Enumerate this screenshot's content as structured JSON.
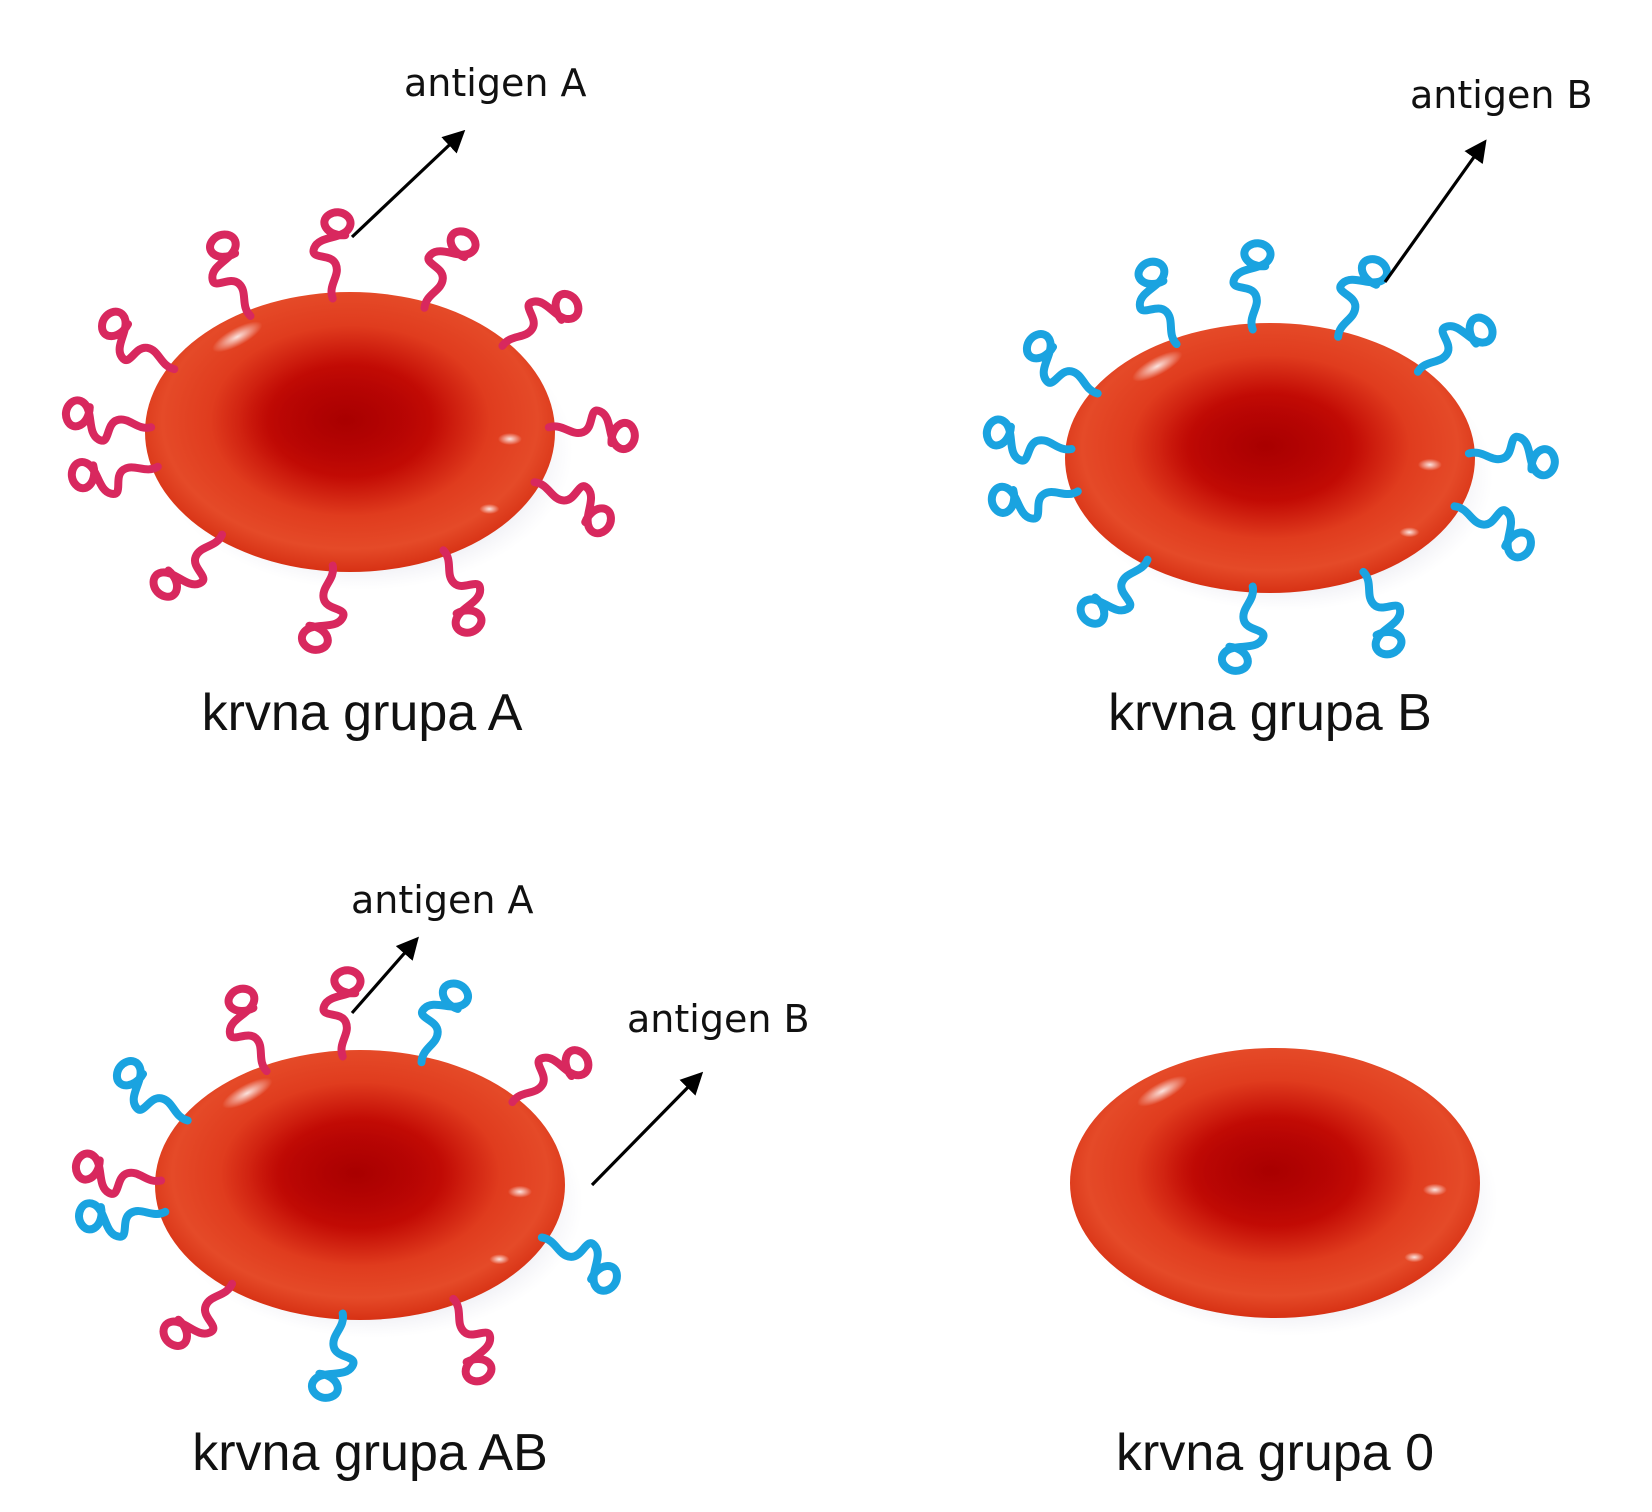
{
  "colors": {
    "antigen_a": "#d8285e",
    "antigen_b": "#1aa3e0",
    "cell_outer": "#e04024",
    "cell_center": "#b30000",
    "background": "#ffffff"
  },
  "panels": [
    {
      "id": "a",
      "caption": "krvna grupa A",
      "labels": [
        "antigen A"
      ],
      "icon": "red-blood-cell-with-antigen-a"
    },
    {
      "id": "b",
      "caption": "krvna grupa B",
      "labels": [
        "antigen B"
      ],
      "icon": "red-blood-cell-with-antigen-b"
    },
    {
      "id": "ab",
      "caption": "krvna grupa AB",
      "labels": [
        "antigen A",
        "antigen B"
      ],
      "icon": "red-blood-cell-with-antigen-a-and-b"
    },
    {
      "id": "o",
      "caption": "krvna grupa 0",
      "labels": [],
      "icon": "red-blood-cell-without-antigens"
    }
  ]
}
